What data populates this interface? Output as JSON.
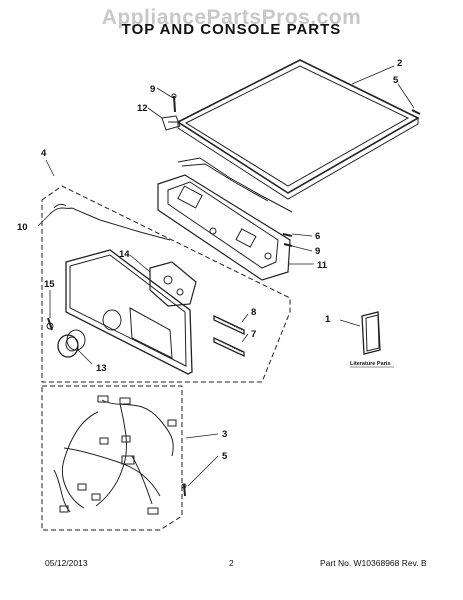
{
  "header": {
    "watermark": "AppliancePartsPros.com",
    "title": "TOP AND CONSOLE PARTS"
  },
  "callouts": {
    "c1": "1",
    "c2": "2",
    "c3": "3",
    "c4": "4",
    "c5a": "5",
    "c5b": "5",
    "c6": "6",
    "c7": "7",
    "c8": "8",
    "c9a": "9",
    "c9b": "9",
    "c10": "10",
    "c11": "11",
    "c12": "12",
    "c13": "13",
    "c14": "14",
    "c15": "15"
  },
  "literature_label": "Literature Parts",
  "footer": {
    "date": "05/12/2013",
    "page": "2",
    "part_number": "Part No.  W10368968  Rev.  B"
  }
}
